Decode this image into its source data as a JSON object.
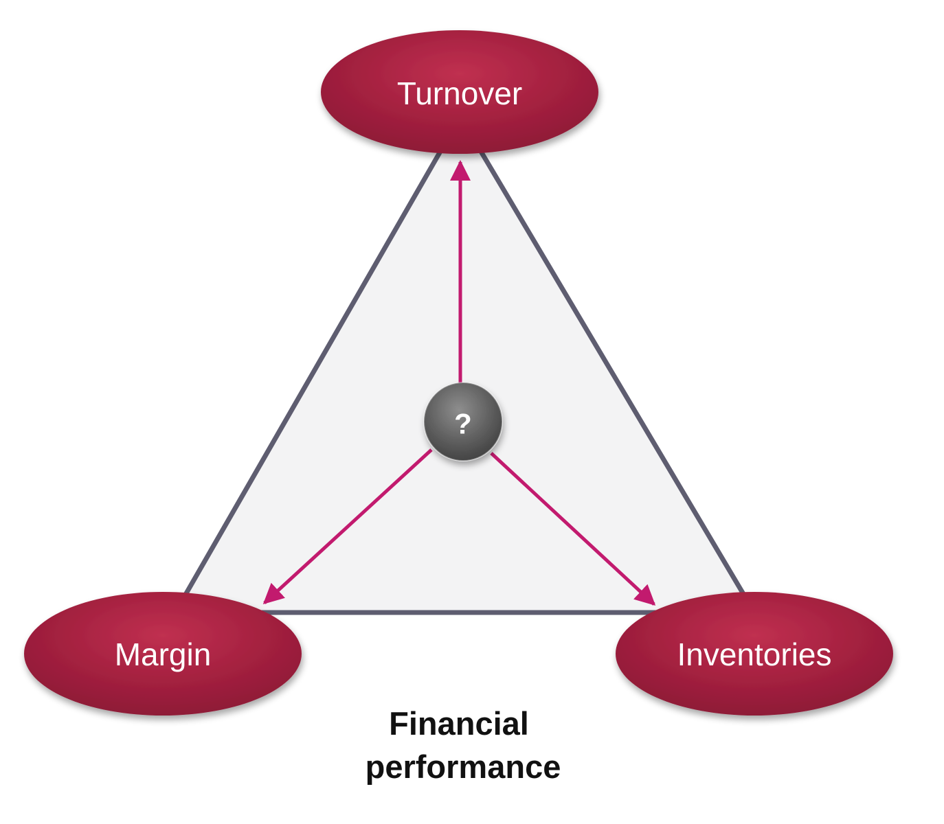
{
  "diagram": {
    "nodes": {
      "top": {
        "label": "Turnover"
      },
      "left": {
        "label": "Margin"
      },
      "right": {
        "label": "Inventories"
      }
    },
    "center": {
      "label": "?"
    },
    "caption": {
      "line1": "Financial",
      "line2": "performance"
    },
    "colors": {
      "node_fill": "#a3203f",
      "arrow": "#c21a6e",
      "triangle_stroke": "#5e5d70",
      "triangle_fill": "#f3f3f4",
      "center_fill": "#5d5d5d"
    }
  }
}
